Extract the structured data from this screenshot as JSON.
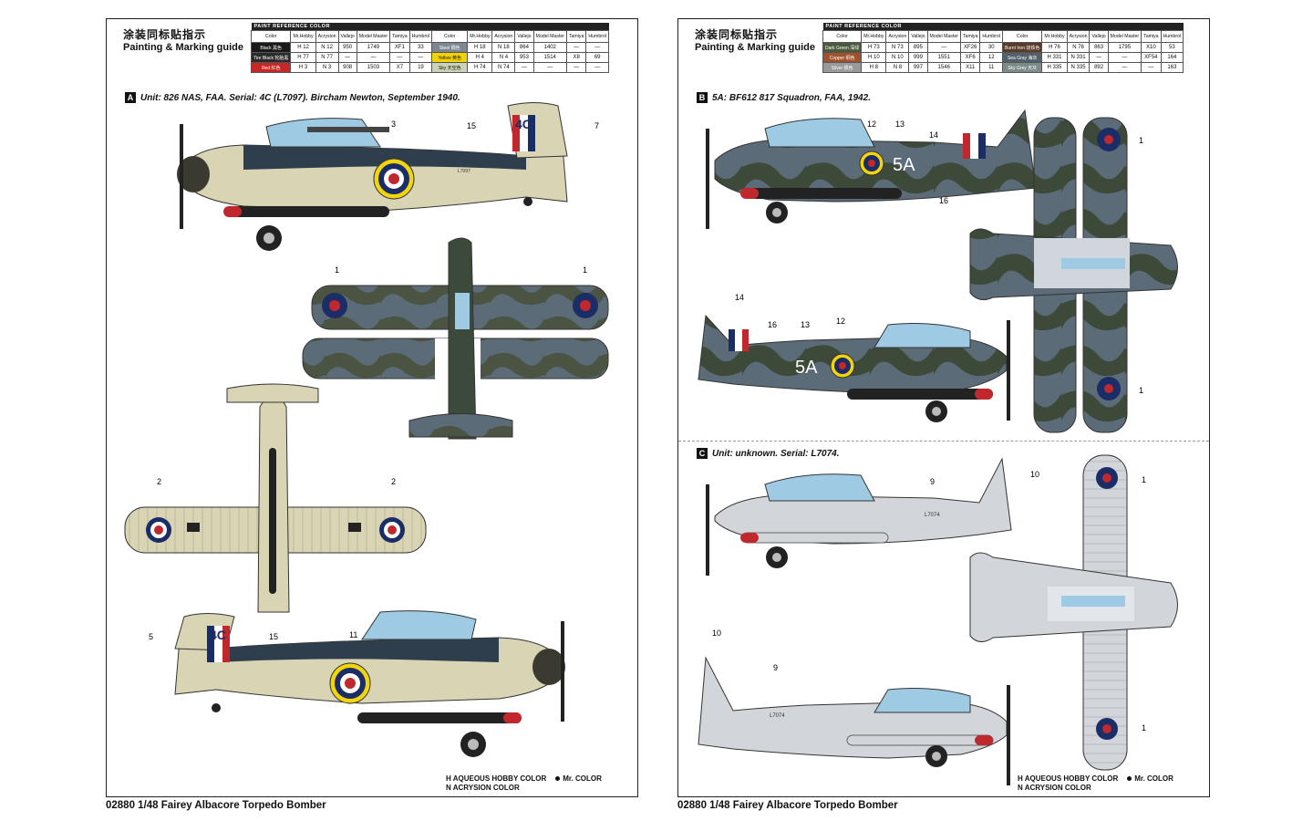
{
  "guide_title_cn": "涂装同标贴指示",
  "guide_title_en": "Painting & Marking guide",
  "ref_table_title": "PAINT REFERENCE COLOR",
  "table_headers": [
    "Color",
    "Mr.Hobby",
    "Acrysion",
    "Vallejo",
    "Model Master",
    "Tamiya",
    "Humbrol"
  ],
  "left_colors": [
    {
      "name": "Black",
      "cn": "黑色",
      "swatch": "#1a1a1a",
      "text": "#ffffff",
      "hobby": "H 12",
      "acry": "N 12",
      "vallejo": "950",
      "mm": "1749",
      "tamiya": "XF1",
      "humbrol": "33"
    },
    {
      "name": "Tire Black",
      "cn": "轮胎黑",
      "swatch": "#2b2b2b",
      "text": "#ffffff",
      "hobby": "H 77",
      "acry": "N 77",
      "vallejo": "—",
      "mm": "—",
      "tamiya": "—",
      "humbrol": "—"
    },
    {
      "name": "Red",
      "cn": "红色",
      "swatch": "#c62828",
      "text": "#ffffff",
      "hobby": "H 3",
      "acry": "N 3",
      "vallejo": "908",
      "mm": "1503",
      "tamiya": "X7",
      "humbrol": "19"
    }
  ],
  "left_colors2": [
    {
      "name": "Steel",
      "cn": "钢色",
      "swatch": "#7d8790",
      "text": "#ffffff",
      "hobby": "H 18",
      "acry": "N 18",
      "vallejo": "864",
      "mm": "1402",
      "tamiya": "—",
      "humbrol": "—"
    },
    {
      "name": "Yellow",
      "cn": "黄色",
      "swatch": "#f2d200",
      "text": "#111111",
      "hobby": "H 4",
      "acry": "N 4",
      "vallejo": "953",
      "mm": "1514",
      "tamiya": "X8",
      "humbrol": "69"
    },
    {
      "name": "Sky",
      "cn": "天空色",
      "swatch": "#c9d2b5",
      "text": "#111111",
      "hobby": "H 74",
      "acry": "N 74",
      "vallejo": "—",
      "mm": "—",
      "tamiya": "—",
      "humbrol": "—"
    }
  ],
  "right_colors": [
    {
      "name": "Dark Green",
      "cn": "深绿",
      "swatch": "#4a5a3a",
      "text": "#ffffff",
      "hobby": "H 73",
      "acry": "N 73",
      "vallejo": "895",
      "mm": "—",
      "tamiya": "XF26",
      "humbrol": "30"
    },
    {
      "name": "Copper",
      "cn": "铜色",
      "swatch": "#a0522d",
      "text": "#ffffff",
      "hobby": "H 10",
      "acry": "N 10",
      "vallejo": "999",
      "mm": "1551",
      "tamiya": "XF6",
      "humbrol": "12"
    },
    {
      "name": "Silver",
      "cn": "银色",
      "swatch": "#9a9a9a",
      "text": "#ffffff",
      "hobby": "H 8",
      "acry": "N 8",
      "vallejo": "997",
      "mm": "1546",
      "tamiya": "X11",
      "humbrol": "11"
    }
  ],
  "right_colors2": [
    {
      "name": "Burnt Iron",
      "cn": "烧铁色",
      "swatch": "#5a3a2a",
      "text": "#ffffff",
      "hobby": "H 76",
      "acry": "N 76",
      "vallejo": "863",
      "mm": "1795",
      "tamiya": "X10",
      "humbrol": "53"
    },
    {
      "name": "Sea Gray",
      "cn": "海灰",
      "swatch": "#51606a",
      "text": "#ffffff",
      "hobby": "H 331",
      "acry": "N 331",
      "vallejo": "—",
      "mm": "—",
      "tamiya": "XF54",
      "humbrol": "164"
    },
    {
      "name": "Sky Grey",
      "cn": "天灰",
      "swatch": "#7c8a8a",
      "text": "#ffffff",
      "hobby": "H 335",
      "acry": "N 335",
      "vallejo": "892",
      "mm": "—",
      "tamiya": "—",
      "humbrol": "163"
    }
  ],
  "section_a": {
    "letter": "A",
    "text": "Unit: 826 NAS, FAA. Serial: 4C (L7097). Bircham Newton, September 1940."
  },
  "section_b": {
    "letter": "B",
    "text": "5A: BF612 817 Squadron, FAA, 1942."
  },
  "section_c": {
    "letter": "C",
    "text": "Unit: unknown. Serial: L7074."
  },
  "legend": {
    "aqueous": "AQUEOUS HOBBY COLOR",
    "mr_color": "Mr. COLOR",
    "acrysion": "ACRYSION COLOR",
    "h_prefix": "H",
    "n_prefix": "N"
  },
  "footer_text": "02880 1/48 Fairey Albacore Torpedo Bomber",
  "markings": {
    "a_code": "4C",
    "a_serial": "L7097",
    "b_code": "5A",
    "c_serial": "L7074"
  },
  "callout_numbers": [
    "1",
    "2",
    "3",
    "5",
    "7",
    "9",
    "10",
    "11",
    "12",
    "13",
    "14",
    "15",
    "16"
  ],
  "colors": {
    "sky": "#d8d4b4",
    "dark_sea_grey": "#5b6b77",
    "dark_slate_grey": "#4b5443",
    "extra_dark_sea_grey": "#2f3e4c",
    "roundel_red": "#c0282d",
    "roundel_blue": "#1b2d66",
    "roundel_yellow": "#f2d40d",
    "silver": "#d2d6da",
    "canopy": "#9ecbe3"
  }
}
